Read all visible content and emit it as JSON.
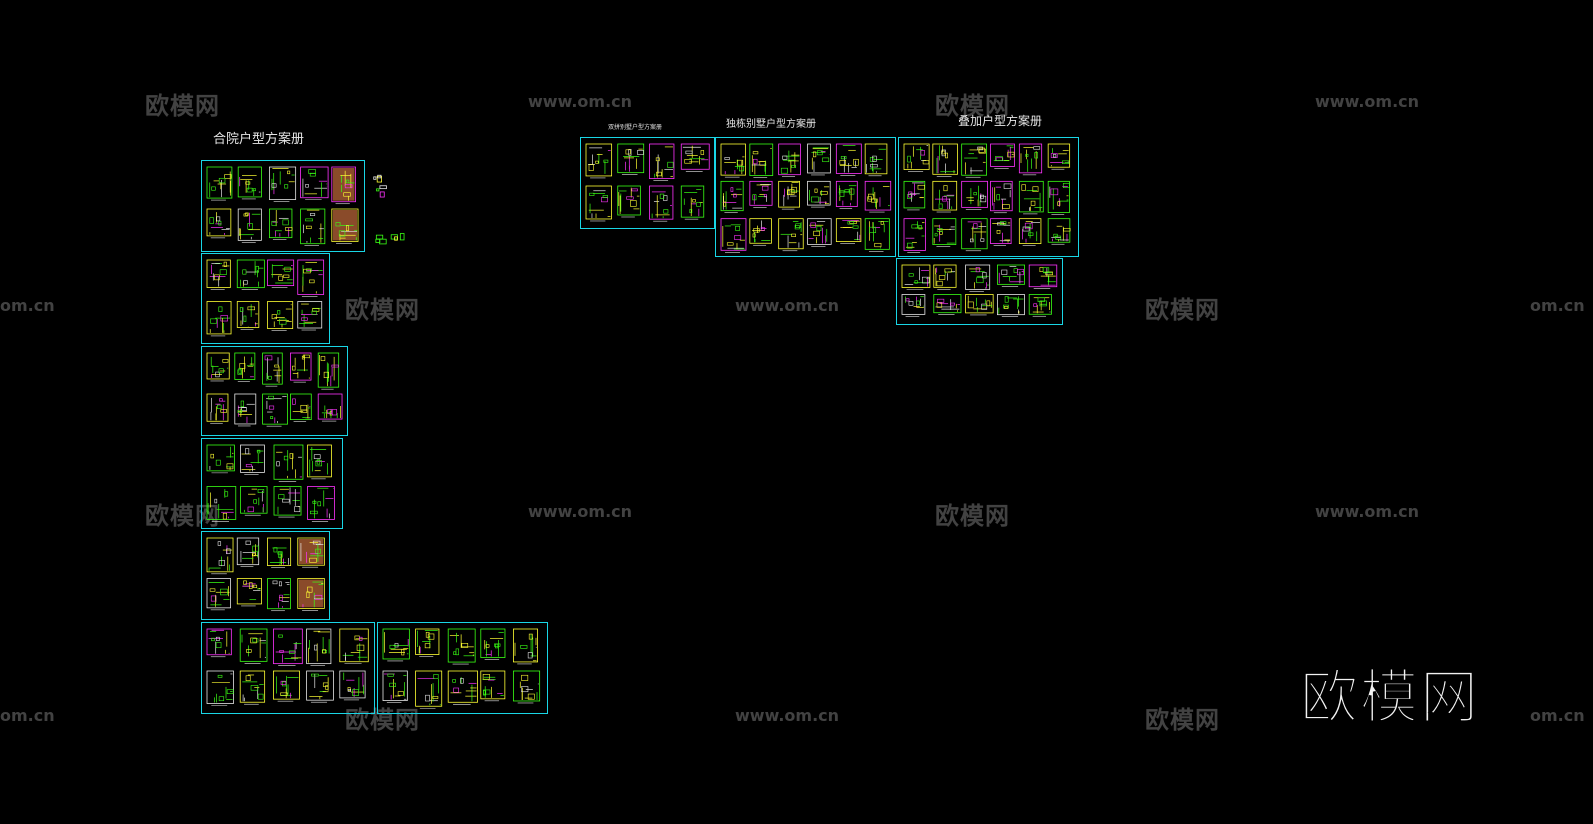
{
  "drawing": {
    "group_titles": {
      "courtyard": "合院户型方案册",
      "villa": "独栋别墅户型方案册",
      "stacked": "叠加户型方案册",
      "small_caption": "双拼别墅户型方案册"
    }
  },
  "watermarks": {
    "brand": "欧模网",
    "url": "www.om.cn",
    "url_partial": "om.cn"
  },
  "colors": {
    "background": "#000000",
    "sheet_border": "#19d6e6",
    "line_green": "#39ff14",
    "line_yellow": "#ffff33",
    "line_magenta": "#ff33ff",
    "line_white": "#e6e6e6",
    "fill_brown": "#8a4b2a"
  }
}
